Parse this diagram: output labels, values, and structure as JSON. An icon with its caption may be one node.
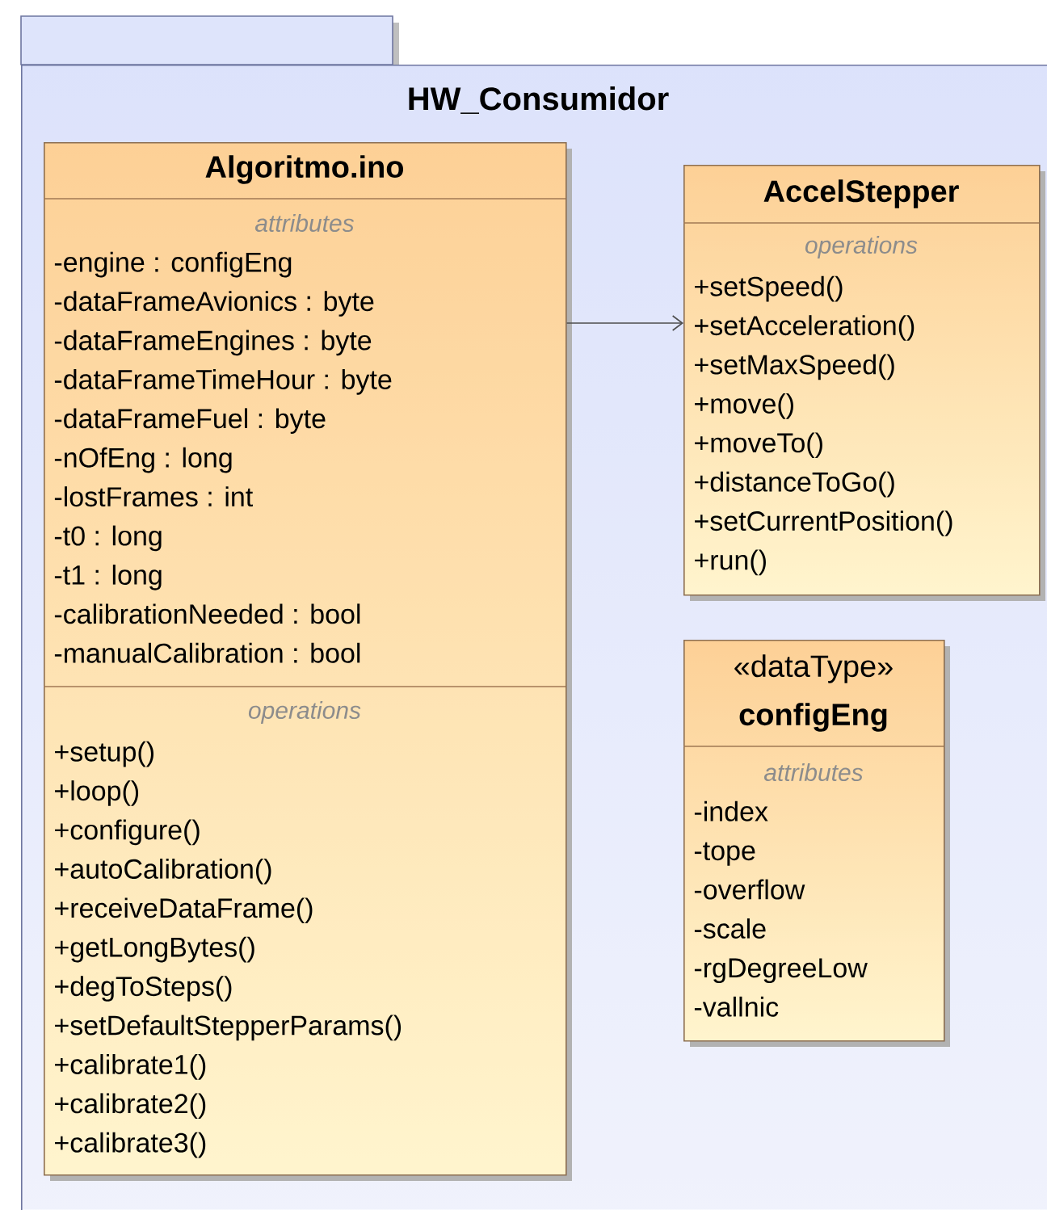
{
  "diagram": {
    "nodes": [
      {
        "text": [
          "HW_Consumidor"
        ]
      },
      {
        "text": [
          "Algoritmo.ino",
          "attributes",
          "-engine : configEng",
          "-dataFrameAvionics : byte",
          "-dataFrameEngines : byte",
          "-dataFrameTimeHour : byte",
          "-dataFrameFuel : byte",
          "-nOfEng : long",
          "-lostFrames : int",
          "-t0 : long",
          "-t1 : long",
          "-calibrationNeeded : bool",
          "-manualCalibration : bool",
          "operations",
          "+setup()",
          "+loop()",
          "+configure()",
          "+autoCalibration()",
          "+receiveDataFrame()",
          "+getLongBytes()",
          "+degToSteps()",
          "+setDefaultStepperParams()",
          "+calibrate1()",
          "+calibrate2()",
          "+calibrate3()"
        ],
        "in": 0
      },
      {
        "text": [
          "AccelStepper",
          "operations",
          "+setSpeed()",
          "+setAcceleration()",
          "+setMaxSpeed()",
          "+move()",
          "+moveTo()",
          "+distanceToGo()",
          "+setCurrentPosition()",
          "+run()"
        ],
        "in": 0
      },
      {
        "text": [
          "«dataType»",
          "configEng",
          "attributes",
          "-index",
          "-tope",
          "-overflow",
          "-scale",
          "-rgDegreeLow",
          "-vallnic"
        ],
        "in": 0
      }
    ],
    "edges": [
      {
        "from": 1,
        "to": 2,
        "arrow": "to"
      }
    ]
  }
}
